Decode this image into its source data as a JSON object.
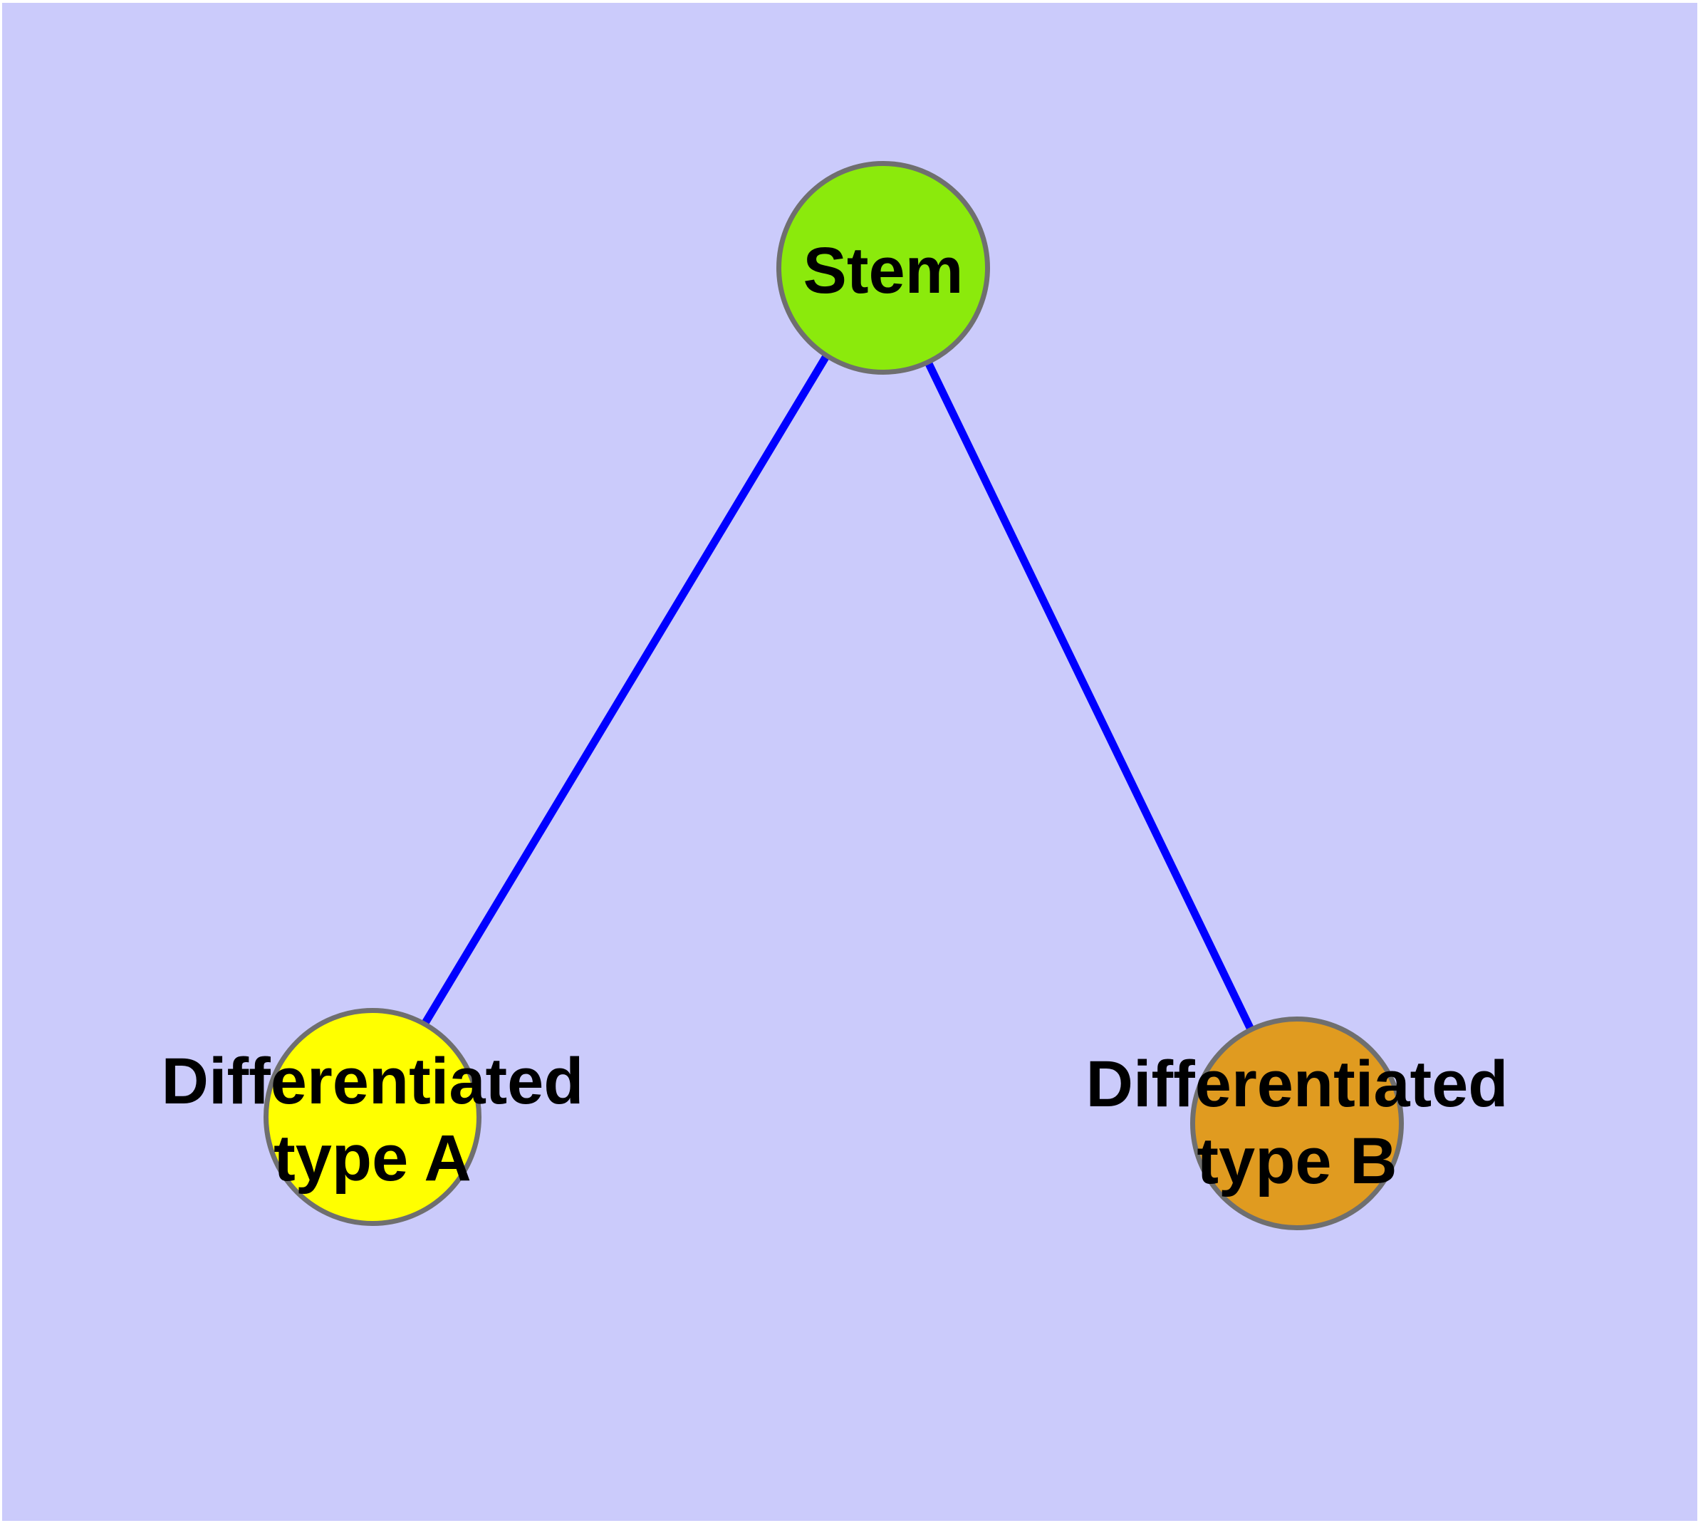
{
  "diagram": {
    "background_color": "#cbcbfb",
    "edge_color": "#0000ff",
    "node_border_color": "#6f6f6f",
    "nodes": [
      {
        "id": "stem",
        "label": "Stem",
        "fill": "#8bea0c"
      },
      {
        "id": "type-a",
        "label_line1": "Differentiated",
        "label_line2": "type A",
        "fill": "#ffff00"
      },
      {
        "id": "type-b",
        "label_line1": "Differentiated",
        "label_line2": "type B",
        "fill": "#e09b20"
      }
    ],
    "edges": [
      {
        "from": "Stem",
        "to": "Differentiated type A"
      },
      {
        "from": "Stem",
        "to": "Differentiated type B"
      }
    ]
  }
}
